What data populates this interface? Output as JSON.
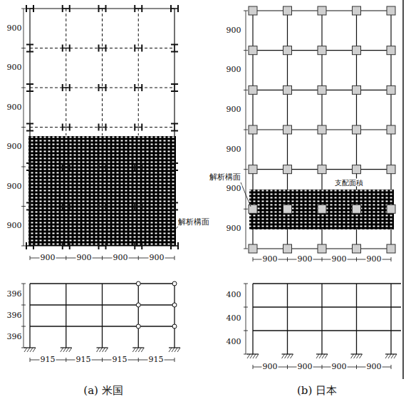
{
  "diagram": {
    "labels": [
      "900",
      "900",
      "900",
      "900",
      "900",
      "900",
      "解析構面",
      "900",
      "900",
      "900",
      "900",
      "396",
      "396",
      "396",
      "915",
      "915",
      "915",
      "915",
      "(a) 米国",
      "900",
      "900",
      "900",
      "900",
      "900",
      "900",
      "解析構面",
      "支配面積",
      "900",
      "900",
      "900",
      "900",
      "400",
      "400",
      "400",
      "900",
      "900",
      "900",
      "900",
      "(b) 日本"
    ]
  }
}
